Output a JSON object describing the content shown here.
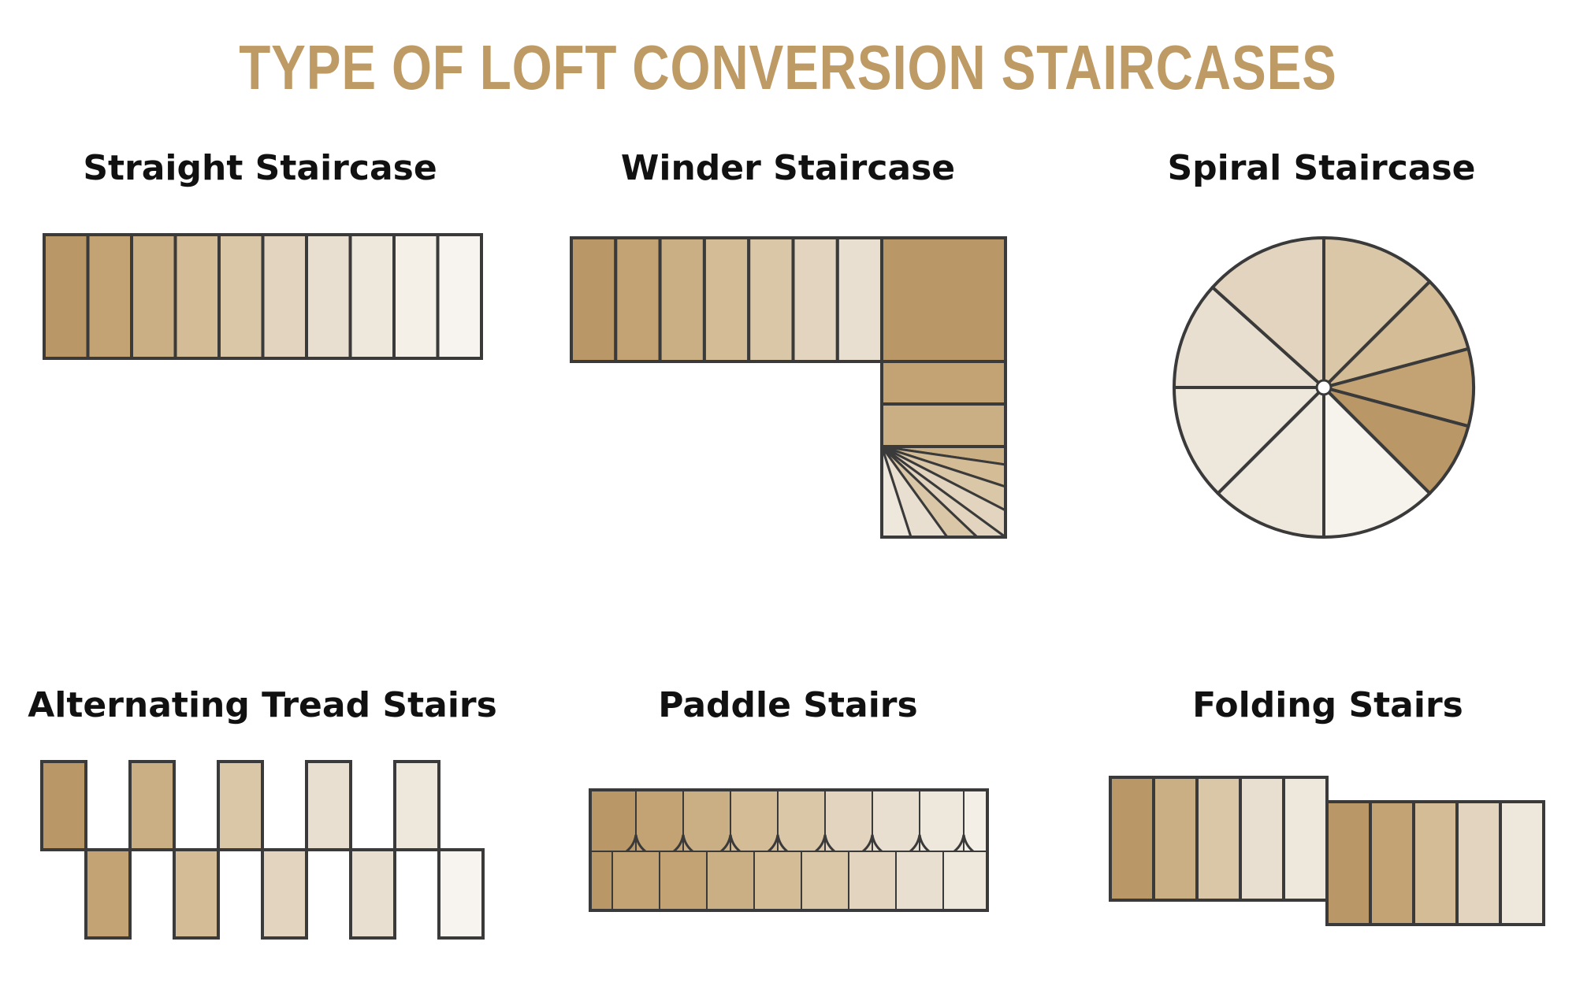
{
  "title": "TYPE OF LOFT CONVERSION STAIRCASES",
  "colors": {
    "title": "#BE9A64",
    "outline": "#3a3a3a",
    "tread_shades": [
      "#BA9766",
      "#C3A373",
      "#CBAF84",
      "#D3BC96",
      "#DAC7A8",
      "#E2D4BE",
      "#E9DFD0",
      "#EEE7DC",
      "#F4F0E8"
    ]
  },
  "diagrams": [
    {
      "id": "straight",
      "label": "Straight Staircase"
    },
    {
      "id": "winder",
      "label": "Winder Staircase"
    },
    {
      "id": "spiral",
      "label": "Spiral Staircase"
    },
    {
      "id": "alternating",
      "label": "Alternating Tread Stairs"
    },
    {
      "id": "paddle",
      "label": "Paddle Stairs"
    },
    {
      "id": "folding",
      "label": "Folding Stairs"
    }
  ]
}
